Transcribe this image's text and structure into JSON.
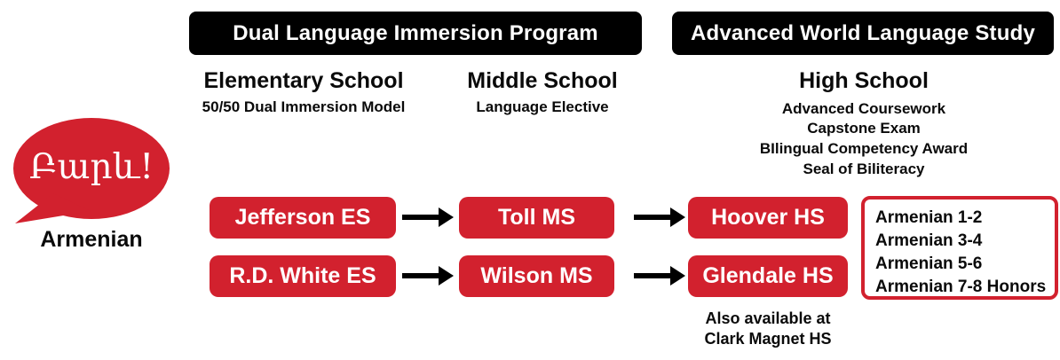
{
  "language_bubble": {
    "greeting": "Բարև!",
    "language": "Armenian"
  },
  "banners": {
    "immersion": "Dual Language Immersion Program",
    "advanced": "Advanced World Language Study"
  },
  "columns": {
    "elementary": {
      "title": "Elementary School",
      "subtitle": "50/50 Dual Immersion Model"
    },
    "middle": {
      "title": "Middle School",
      "subtitle": "Language Elective"
    },
    "high": {
      "title": "High School",
      "details": [
        "Advanced Coursework",
        "Capstone Exam",
        "BIlingual Competency Award",
        "Seal of Biliteracy"
      ]
    }
  },
  "pathways": [
    {
      "elementary": "Jefferson ES",
      "middle": "Toll MS",
      "high": "Hoover HS"
    },
    {
      "elementary": "R.D. White ES",
      "middle": "Wilson MS",
      "high": "Glendale HS"
    }
  ],
  "courses": {
    "items": [
      "Armenian 1-2",
      "Armenian 3-4",
      "Armenian 5-6",
      "Armenian 7-8 Honors"
    ]
  },
  "note": {
    "line1": "Also available at",
    "line2": "Clark Magnet HS"
  },
  "colors": {
    "red": "#d2212e",
    "black": "#000000",
    "white": "#ffffff"
  }
}
